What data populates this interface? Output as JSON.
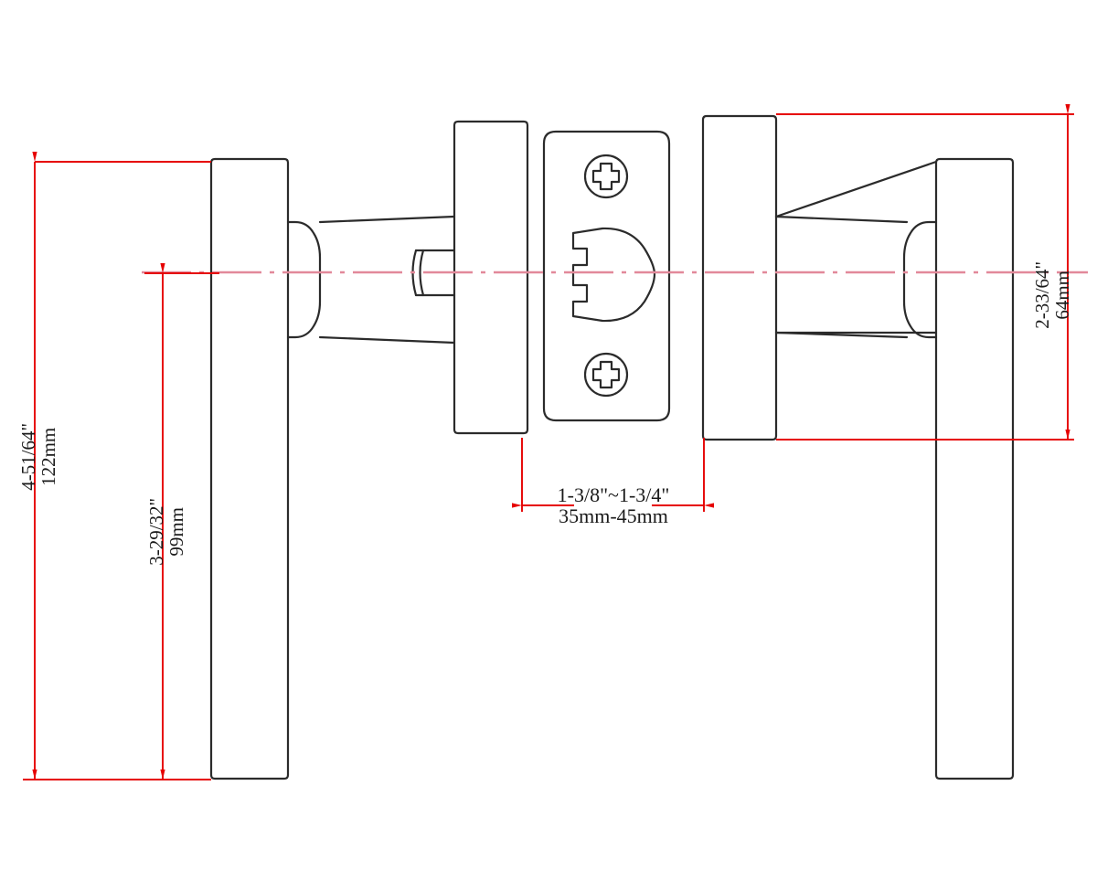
{
  "drawing": {
    "title": "Door lever handle lockset technical drawing",
    "view": "side elevation / section",
    "units_note": "dual dimensions: imperial fractional inches and metric millimetres",
    "background_color": "#ffffff",
    "outline_color": "#2b2b2b",
    "dimension_color": "#e60000",
    "centerline_color": "#e2899a"
  },
  "dimensions": {
    "overall_lever_length": {
      "id": "dim-122mm",
      "imperial": "4-51/64\"",
      "metric": "122mm",
      "orientation": "vertical",
      "position": "far-left"
    },
    "lever_drop_length": {
      "id": "dim-99mm",
      "imperial": "3-29/32\"",
      "metric": "99mm",
      "orientation": "vertical",
      "position": "inner-left"
    },
    "door_thickness_range": {
      "id": "dim-35-45mm",
      "imperial": "1-3/8\"~1-3/4\"",
      "metric": "35mm-45mm",
      "orientation": "horizontal",
      "position": "bottom-center"
    },
    "rose_height": {
      "id": "dim-64mm",
      "imperial": "2-33/64\"",
      "metric": "64mm",
      "orientation": "vertical",
      "position": "far-right"
    }
  },
  "components": {
    "left_lever_bar": "left-lever-bar",
    "left_lever_neck": "left-lever-neck",
    "left_rose_plate": "left-rose-plate",
    "spindle": "spindle",
    "latch_faceplate": "latch-faceplate",
    "latch_bolt": "latch-bolt",
    "screw_top": "phillips-screw-top",
    "screw_bottom": "phillips-screw-bottom",
    "right_rose_plate": "right-rose-plate",
    "right_lever_neck": "right-lever-neck",
    "right_lever_bar": "right-lever-bar",
    "centerline": "horizontal-centerline"
  }
}
